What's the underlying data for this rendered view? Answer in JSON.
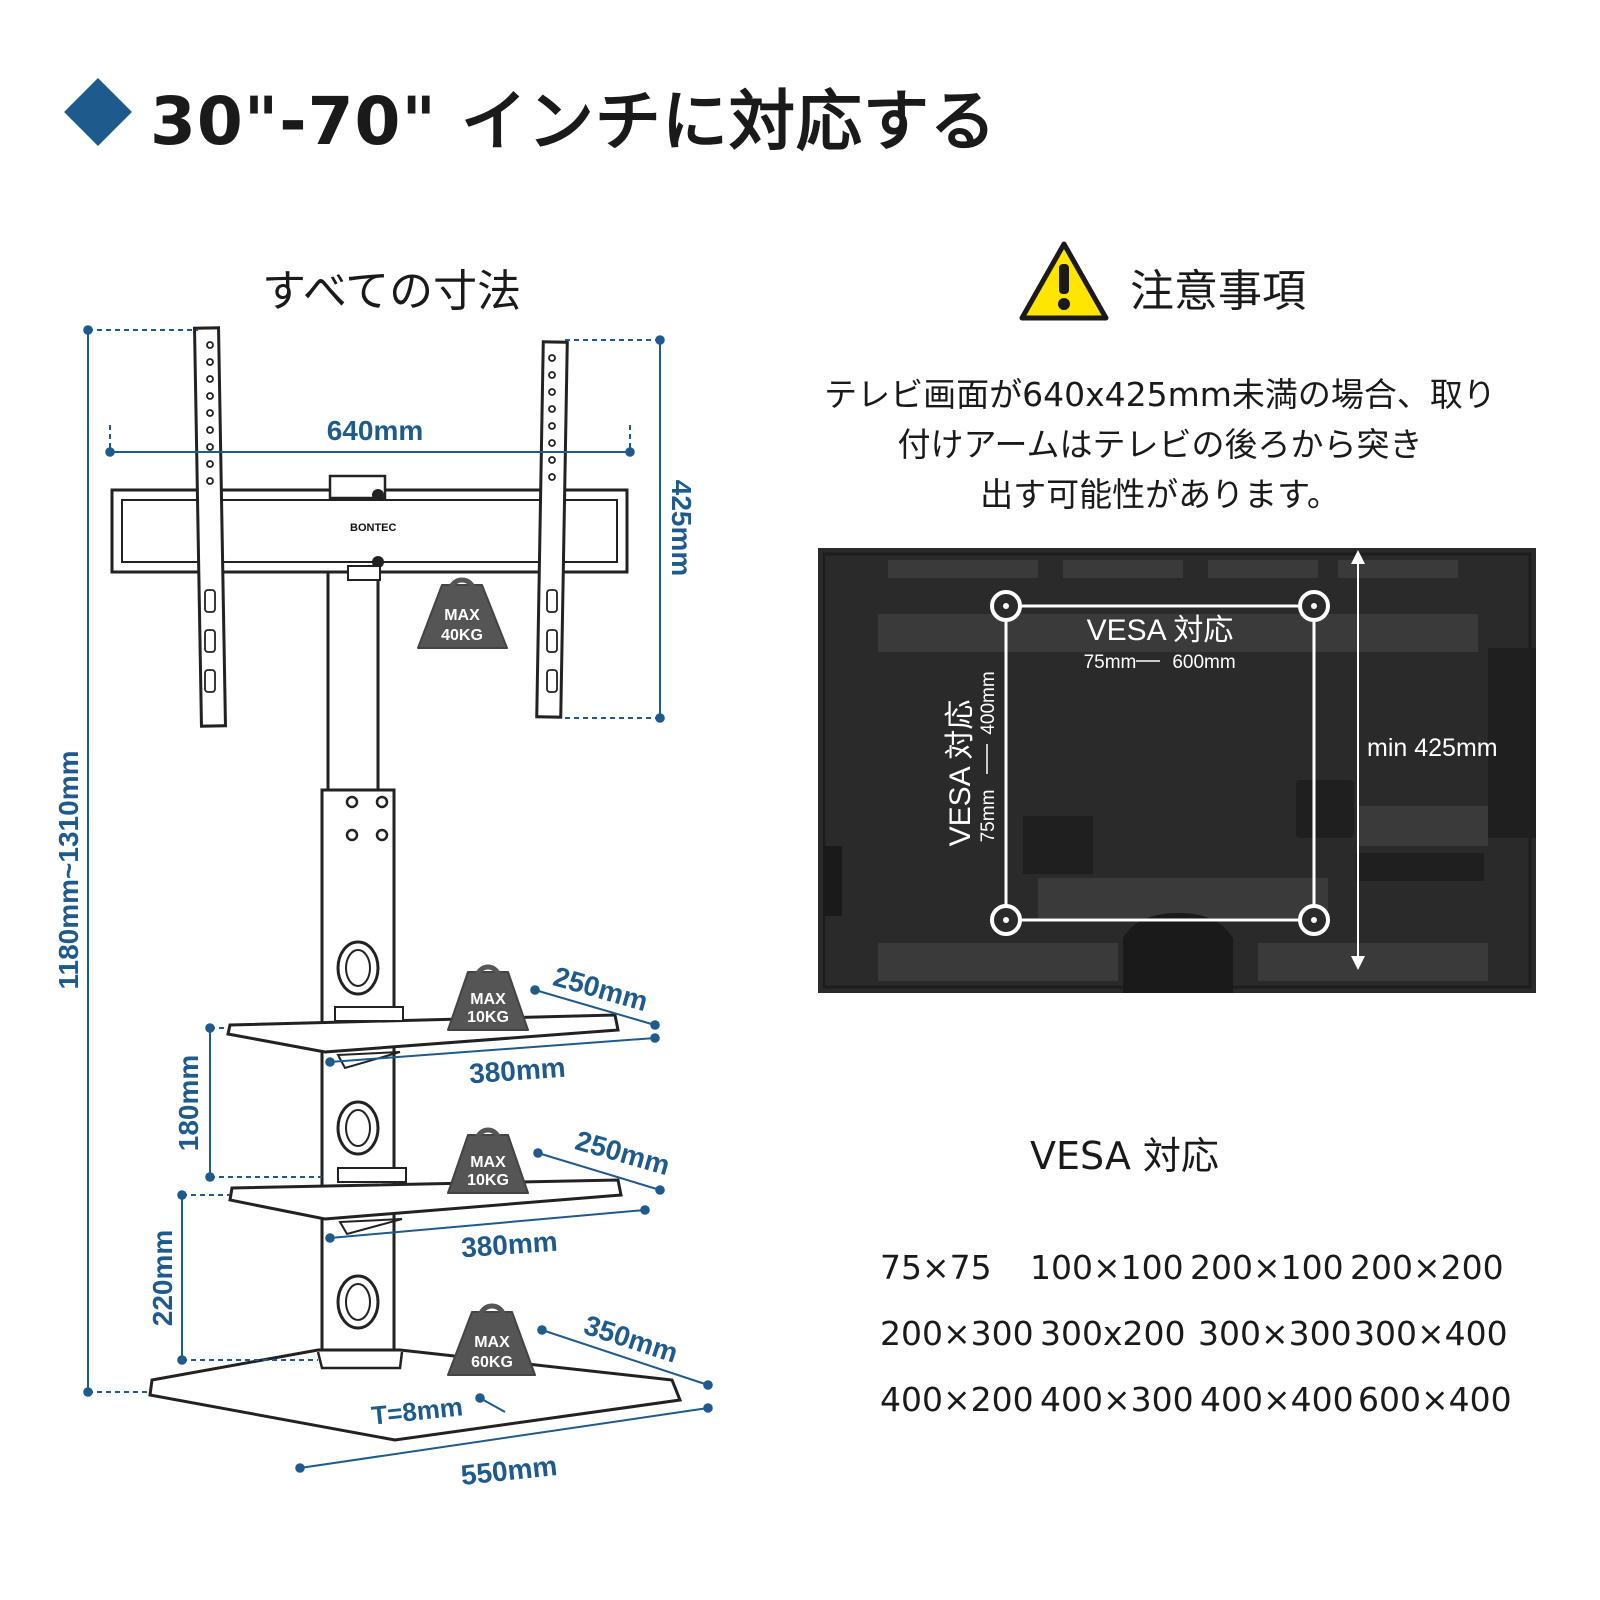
{
  "header": {
    "title": "30\"-70\" インチに対応する"
  },
  "dimensions": {
    "heading": "すべての寸法",
    "brand": "BONTEC",
    "width_640": "640mm",
    "height_425": "425mm",
    "total_height": "1180mm~1310mm",
    "shelf1_depth": "250mm",
    "shelf1_width": "380mm",
    "shelf2_depth": "250mm",
    "shelf2_width": "380mm",
    "gap_180": "180mm",
    "gap_220": "220mm",
    "base_depth": "350mm",
    "base_width": "550mm",
    "base_thickness": "T=8mm",
    "badges": [
      {
        "line1": "MAX",
        "line2": "40KG"
      },
      {
        "line1": "MAX",
        "line2": "10KG"
      },
      {
        "line1": "MAX",
        "line2": "10KG"
      },
      {
        "line1": "MAX",
        "line2": "60KG"
      }
    ]
  },
  "notes": {
    "heading": "注意事項",
    "lines": [
      "テレビ画面が640x425mm未満の場合、取り",
      "付けアームはテレビの後ろから突き",
      "出す可能性があります。"
    ],
    "tv": {
      "vesa_h_title": "VESA 対応",
      "vesa_h_range_min": "75mm",
      "vesa_h_range_max": "600mm",
      "vesa_v_title": "VESA 対応",
      "vesa_v_range_min": "75mm",
      "vesa_v_range_max": "400mm",
      "min_height": "min 425mm"
    }
  },
  "vesa": {
    "heading": "VESA 対応",
    "sizes": [
      "75×75",
      "100×100",
      "200×100",
      "200×200",
      "200×300",
      "300x200",
      "300×300",
      "300×400",
      "400×200",
      "400×300",
      "400×400",
      "600×400"
    ]
  },
  "colors": {
    "accent": "#1f5a8c",
    "warning": "#ffe500",
    "tv": "#2a2a2a"
  }
}
